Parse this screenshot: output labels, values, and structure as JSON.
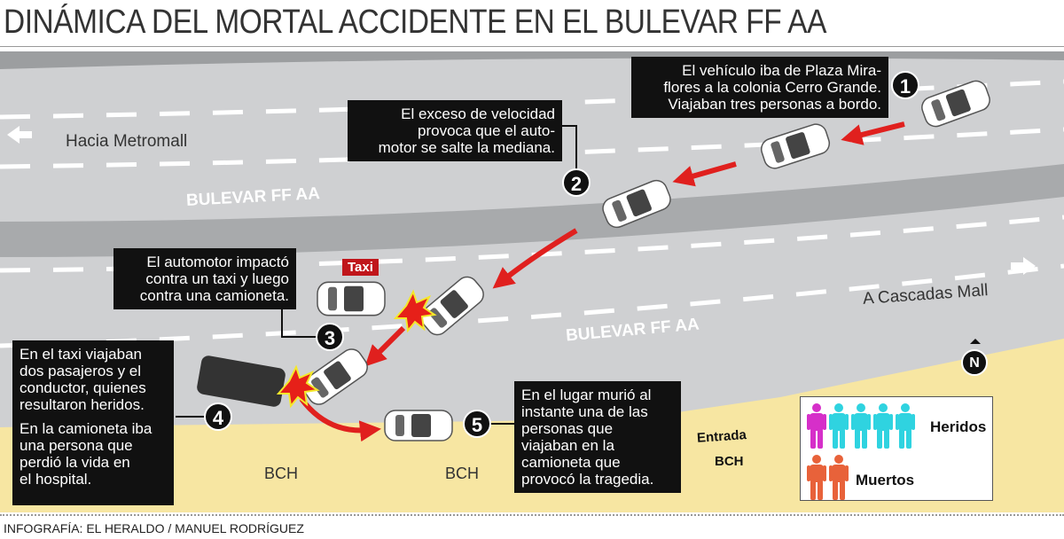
{
  "title": "DINÁMICA DEL MORTAL ACCIDENTE EN EL BULEVAR FF AA",
  "directions": {
    "left": "Hacia Metromall",
    "right": "A Cascadas Mall"
  },
  "road_labels": [
    "BULEVAR FF AA",
    "BULEVAR FF AA"
  ],
  "places": {
    "bch1": "BCH",
    "bch2": "BCH",
    "entrada": "Entrada",
    "entrada_bch": "BCH"
  },
  "taxi_label": "Taxi",
  "compass": "N",
  "steps": [
    {
      "num": "1",
      "text": [
        "El vehículo iba de Plaza Mira-",
        "flores a la colonia Cerro Grande.",
        "Viajaban tres personas a bordo."
      ]
    },
    {
      "num": "2",
      "text": [
        "El exceso de velocidad",
        "provoca que el auto-",
        "motor se salte la mediana."
      ]
    },
    {
      "num": "3",
      "text": [
        "El automotor impactó",
        "contra un taxi y luego",
        "contra una camioneta."
      ]
    },
    {
      "num": "4",
      "text": [
        "En el taxi viajaban",
        "dos pasajeros y el",
        "conductor, quienes",
        "resultaron heridos."
      ],
      "text2": [
        "En la camioneta iba",
        "una persona que",
        "perdió la vida en",
        "el hospital."
      ]
    },
    {
      "num": "5",
      "text": [
        "En el lugar murió al",
        "instante una de las",
        "personas que",
        "viajaban en la",
        "camioneta que",
        "provocó la tragedia."
      ]
    }
  ],
  "legend": {
    "injured_label": "Heridos",
    "dead_label": "Muertos",
    "injured_count": 5,
    "dead_count": 2
  },
  "colors": {
    "road": "#cfd0d2",
    "median": "#a8aaac",
    "ground": "#f7e6a2",
    "arrow": "#e0201e",
    "injured_main": "#2fd3e0",
    "injured_other": "#d62fc9",
    "dead": "#e8623a"
  },
  "credit": "INFOGRAFÍA: EL HERALDO / MANUEL RODRÍGUEZ"
}
